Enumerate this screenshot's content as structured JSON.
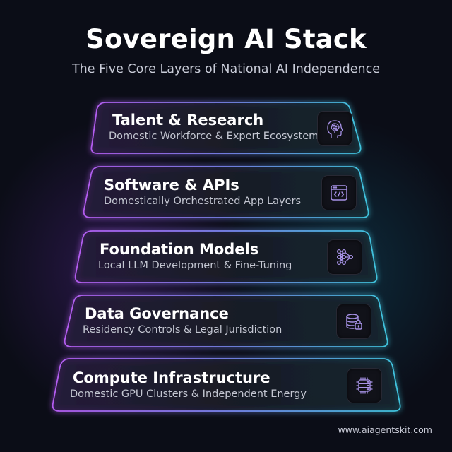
{
  "header": {
    "title": "Sovereign AI Stack",
    "subtitle": "The Five Core Layers of National AI Independence"
  },
  "colors": {
    "background": "#0b0d17",
    "edge_left": "#b45cf0",
    "edge_right": "#3fc3dc",
    "icon_stroke": "#a893e8",
    "connector": "#9ab8ff"
  },
  "layers": [
    {
      "title": "Talent & Research",
      "description": "Domestic Workforce & Expert Ecosystem",
      "icon": "brain-head-icon"
    },
    {
      "title": "Software & APIs",
      "description": "Domestically Orchestrated App Layers",
      "icon": "code-window-icon"
    },
    {
      "title": "Foundation Models",
      "description": "Local LLM Development &  Fine-Tuning",
      "icon": "neural-network-icon"
    },
    {
      "title": "Data Governance",
      "description": "Residency Controls & Legal Jurisdiction",
      "icon": "database-lock-icon"
    },
    {
      "title": "Compute Infrastructure",
      "description": "Domestic GPU Clusters & Independent Energy",
      "icon": "chip-server-icon"
    }
  ],
  "footer": {
    "url": "www.aiagentskit.com"
  }
}
